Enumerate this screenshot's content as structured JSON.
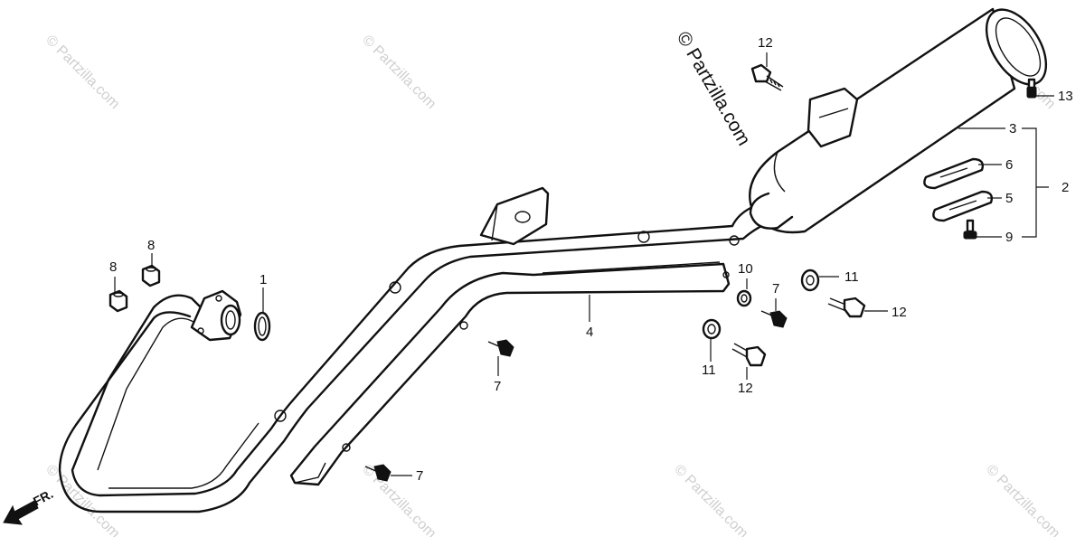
{
  "watermark": "© Partzilla.com",
  "brand_label": "© Partzilla.com",
  "direction_label": "FR.",
  "callouts": [
    {
      "id": "c12a",
      "number": "12"
    },
    {
      "id": "c13",
      "number": "13"
    },
    {
      "id": "c3",
      "number": "3"
    },
    {
      "id": "c2",
      "number": "2"
    },
    {
      "id": "c6",
      "number": "6"
    },
    {
      "id": "c5",
      "number": "5"
    },
    {
      "id": "c9",
      "number": "9"
    },
    {
      "id": "c8a",
      "number": "8"
    },
    {
      "id": "c8b",
      "number": "8"
    },
    {
      "id": "c1",
      "number": "1"
    },
    {
      "id": "c10",
      "number": "10"
    },
    {
      "id": "c11a",
      "number": "11"
    },
    {
      "id": "c7a",
      "number": "7"
    },
    {
      "id": "c12b",
      "number": "12"
    },
    {
      "id": "c4",
      "number": "4"
    },
    {
      "id": "c11b",
      "number": "11"
    },
    {
      "id": "c7b",
      "number": "7"
    },
    {
      "id": "c12c",
      "number": "12"
    },
    {
      "id": "c7c",
      "number": "7"
    }
  ]
}
